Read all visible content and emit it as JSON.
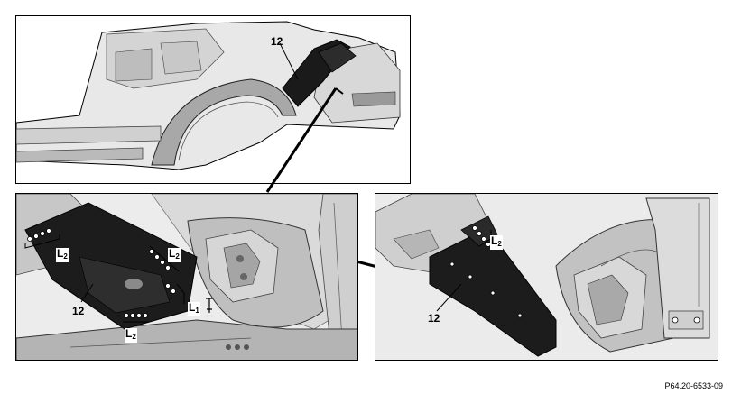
{
  "figure": {
    "reference_code": "P64.20-6533-09"
  },
  "top_panel": {
    "part_callout": "12"
  },
  "detail_left": {
    "part_callout": "12",
    "labels": [
      {
        "id": "l2-left",
        "main": "L",
        "sub": "2"
      },
      {
        "id": "l2-upper",
        "main": "L",
        "sub": "2"
      },
      {
        "id": "l1",
        "main": "L",
        "sub": "1"
      },
      {
        "id": "l2-bottom",
        "main": "L",
        "sub": "2"
      }
    ]
  },
  "detail_right": {
    "part_callout": "12",
    "labels": [
      {
        "id": "l2",
        "main": "L",
        "sub": "2"
      }
    ]
  },
  "colors": {
    "line": "#000000",
    "body_light": "#e6e6e6",
    "body_mid": "#bdbdbd",
    "body_dark": "#7a7a7a",
    "part_black": "#1a1a1a"
  }
}
